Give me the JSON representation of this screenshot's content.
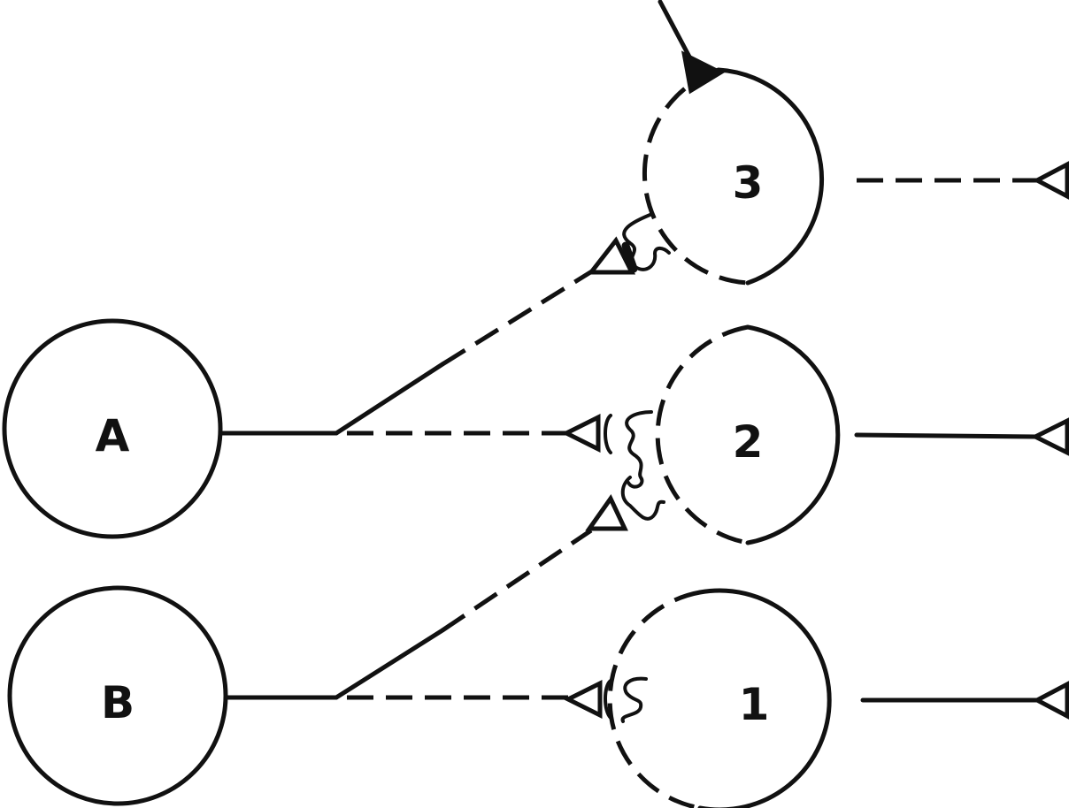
{
  "nodes": {
    "a": "A",
    "b": "B",
    "n1": "1",
    "n2": "2",
    "n3": "3"
  },
  "colors": {
    "ink": "#111111",
    "background": "#ffffff"
  }
}
